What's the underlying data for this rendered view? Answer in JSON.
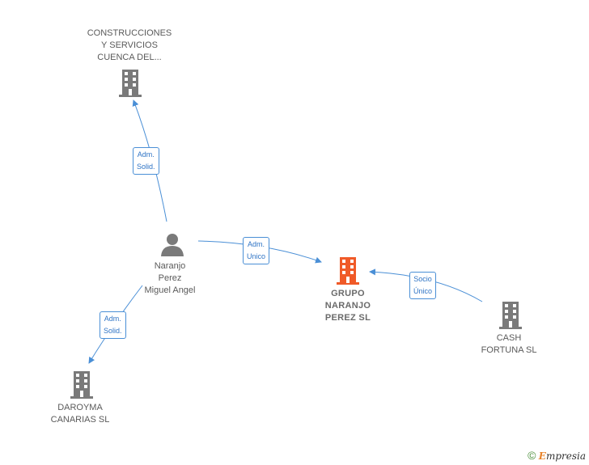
{
  "nodes": {
    "construcciones": {
      "label": "CONSTRUCCIONES\nY SERVICIOS\nCUENCA DEL...",
      "icon": "building-icon"
    },
    "naranjo": {
      "label": "Naranjo\nPerez\nMiguel Angel",
      "icon": "person-icon"
    },
    "grupo": {
      "label": "GRUPO\nNARANJO\nPEREZ  SL",
      "icon": "building-icon",
      "color": "#f05a28"
    },
    "cash": {
      "label": "CASH\nFORTUNA  SL",
      "icon": "building-icon"
    },
    "daroyma": {
      "label": "DAROYMA\nCANARIAS  SL",
      "icon": "building-icon"
    }
  },
  "edges": {
    "to_construcciones": "Adm.\nSolid.",
    "to_grupo": "Adm.\nUnico",
    "cash_to_grupo": "Socio\nÚnico",
    "to_daroyma": "Adm.\nSolid."
  },
  "footer": {
    "copyright": "©",
    "brand_e": "E",
    "brand_rest": "mpresia"
  },
  "colors": {
    "building": "#7a7a7a",
    "main_building": "#f05a28",
    "edge": "#4a8fd6"
  }
}
